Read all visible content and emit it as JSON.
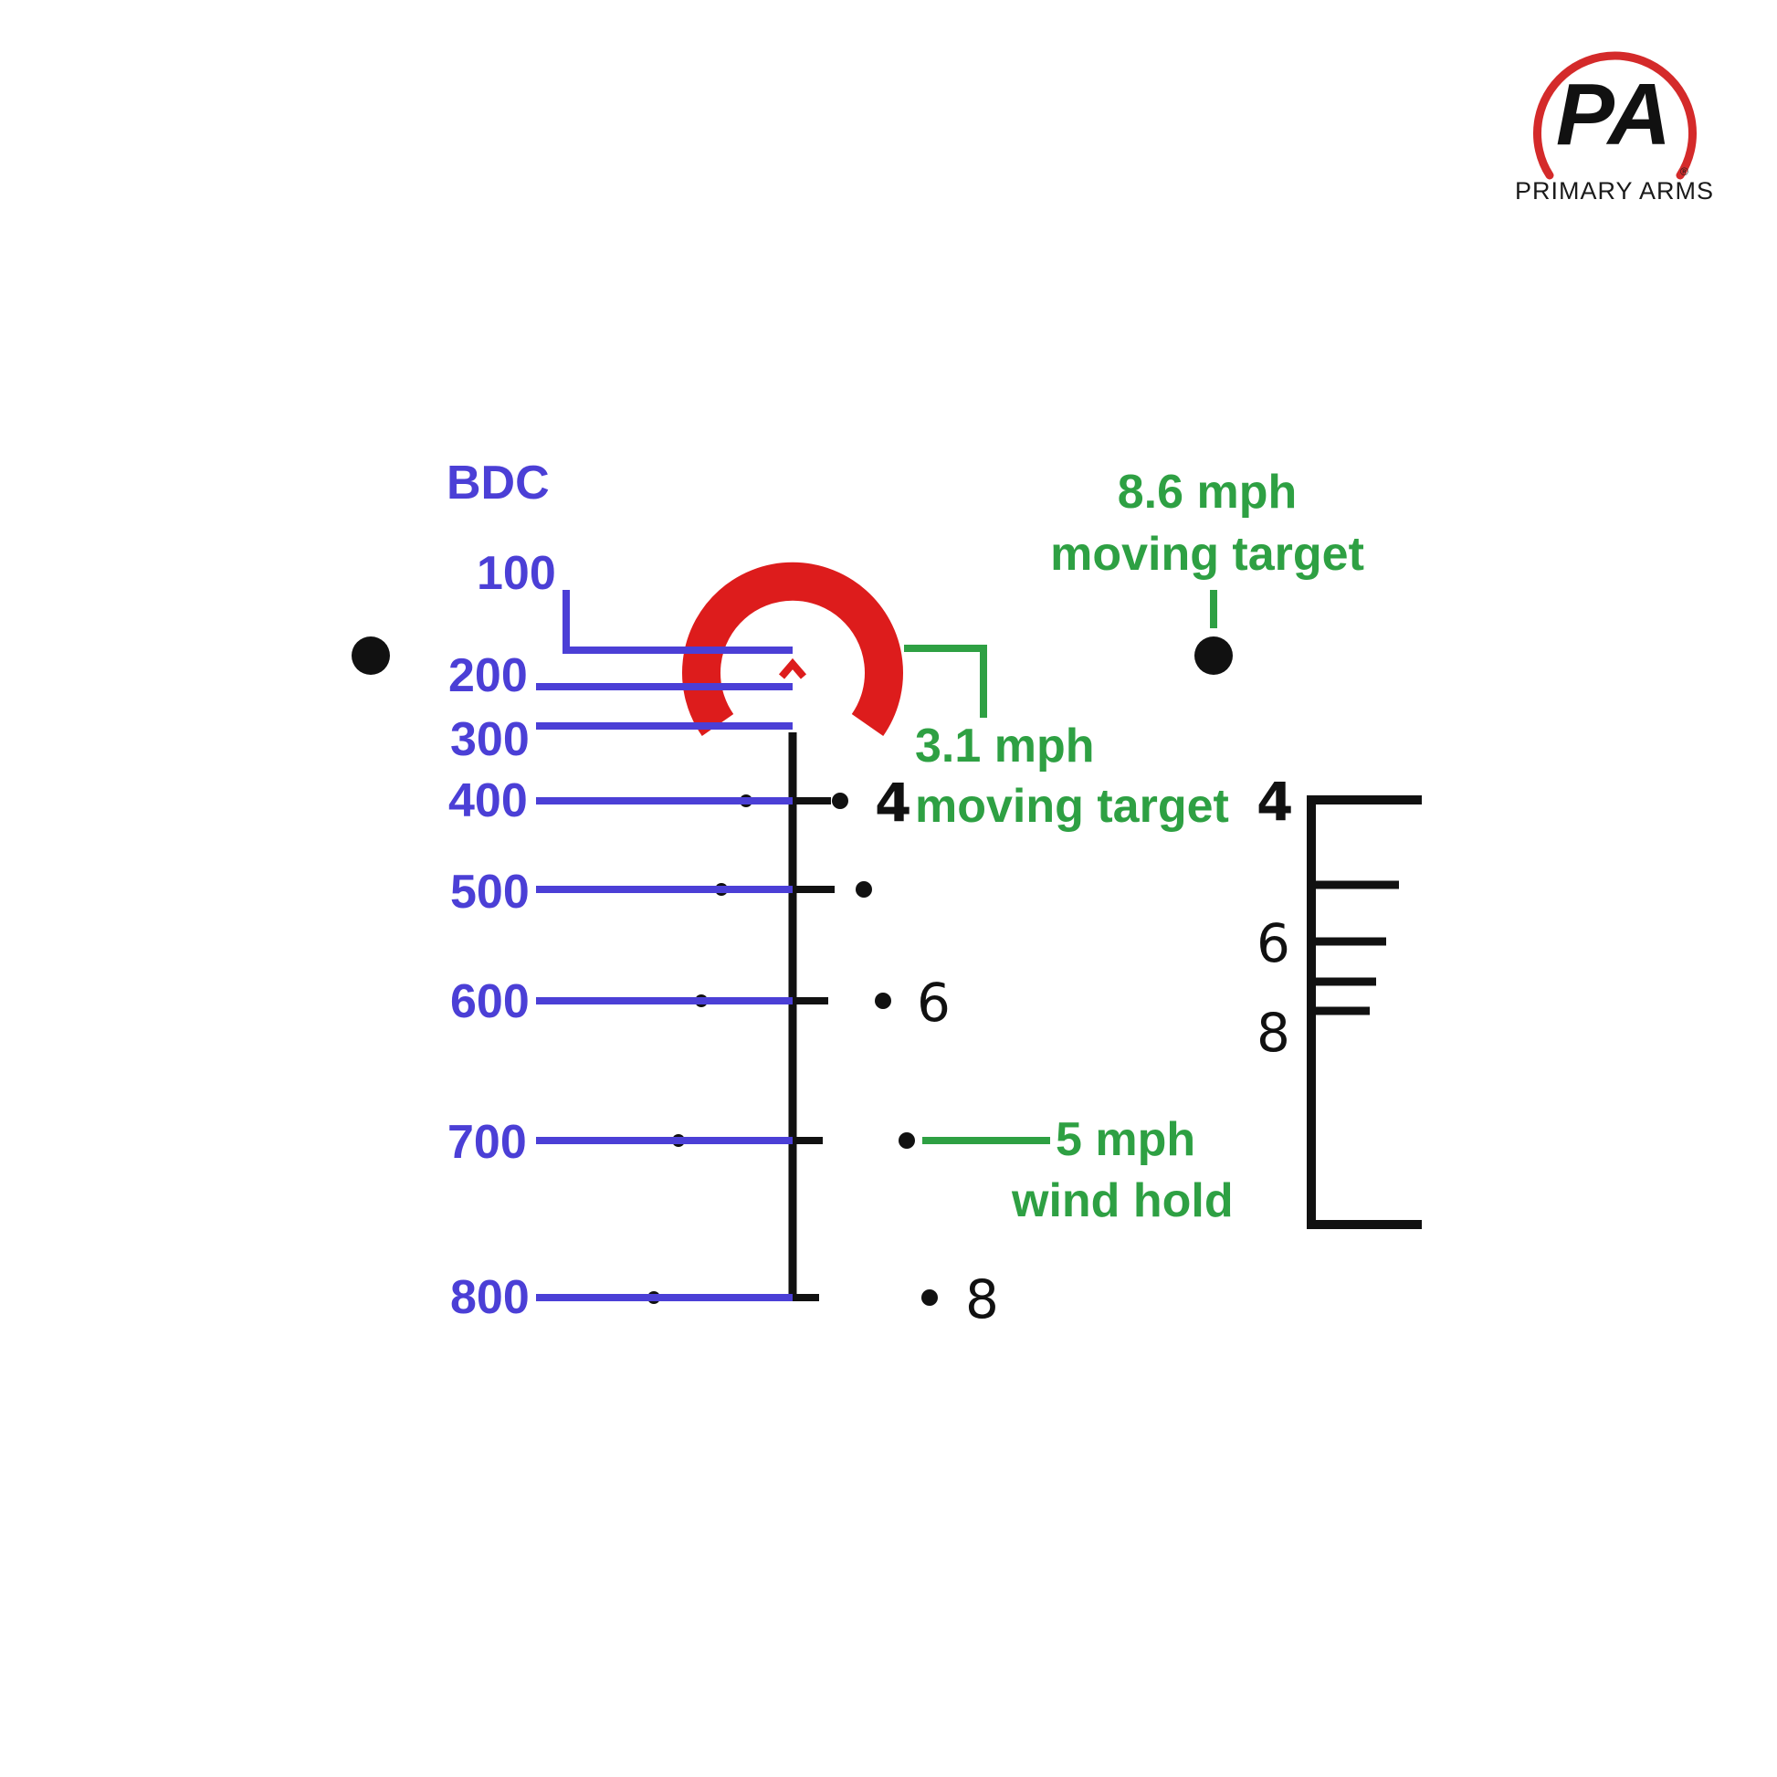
{
  "brand": {
    "logo_mark": "PA",
    "name": "PRIMARY ARMS",
    "registered": "®",
    "ring_color": "#d42a2a"
  },
  "bdc": {
    "title": "BDC",
    "ranges": [
      "100",
      "200",
      "300",
      "400",
      "500",
      "600",
      "700",
      "800"
    ]
  },
  "reticle": {
    "center_ring_color": "#dd1c1c",
    "stadia_numbers": [
      "4",
      "6",
      "8"
    ]
  },
  "ranging_scale": {
    "labels": [
      "4",
      "6",
      "8"
    ]
  },
  "annotations": {
    "moving_fast": {
      "line1": "8.6 mph",
      "line2": "moving target"
    },
    "moving_slow": {
      "line1": "3.1 mph",
      "line2": "moving target"
    },
    "wind_hold": {
      "line1": "5 mph",
      "line2": "wind hold"
    }
  },
  "colors": {
    "bdc_blue": "#4b3fd6",
    "annotation_green": "#2ea043",
    "reticle_black": "#111111"
  }
}
